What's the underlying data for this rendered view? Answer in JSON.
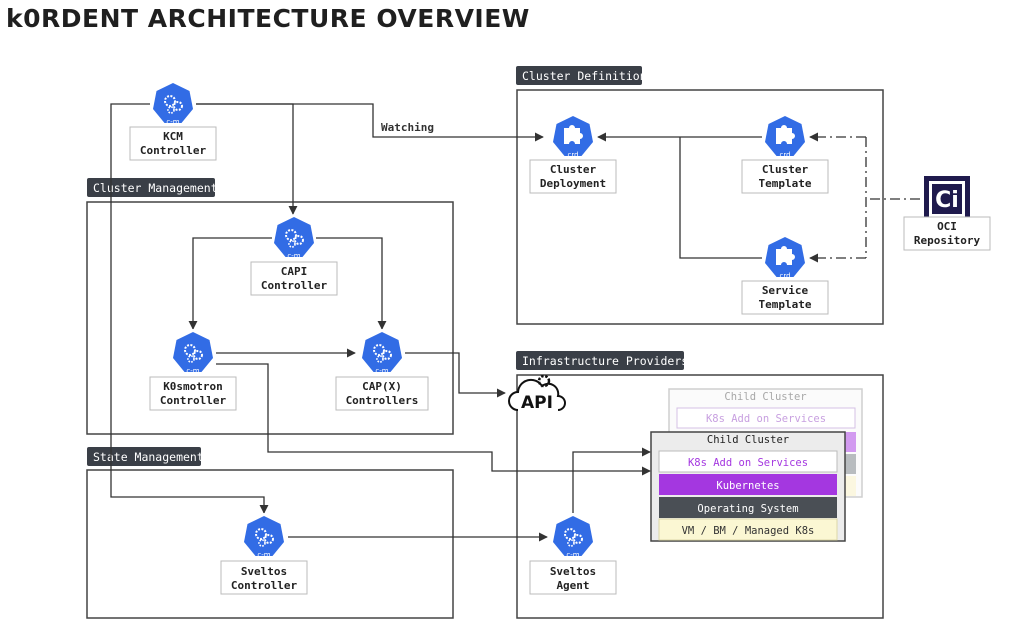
{
  "title": "k0RDENT ARCHITECTURE OVERVIEW",
  "groups": {
    "cluster_definition": "Cluster Definition",
    "cluster_management": "Cluster Management",
    "state_management": "State Management",
    "infrastructure_providers": "Infrastructure Providers"
  },
  "nodes": {
    "kcm": {
      "line1": "KCM",
      "line2": "Controller",
      "icon": "c-m"
    },
    "capi": {
      "line1": "CAPI",
      "line2": "Controller",
      "icon": "c-m"
    },
    "k0smotron": {
      "line1": "K0smotron",
      "line2": "Controller",
      "icon": "c-m"
    },
    "capx": {
      "line1": "CAP(X)",
      "line2": "Controllers",
      "icon": "c-m"
    },
    "sveltos_controller": {
      "line1": "Sveltos",
      "line2": "Controller",
      "icon": "c-m"
    },
    "sveltos_agent": {
      "line1": "Sveltos",
      "line2": "Agent",
      "icon": "c-m"
    },
    "cluster_deployment": {
      "line1": "Cluster",
      "line2": "Deployment",
      "icon": "crd"
    },
    "cluster_template": {
      "line1": "Cluster",
      "line2": "Template",
      "icon": "crd"
    },
    "service_template": {
      "line1": "Service",
      "line2": "Template",
      "icon": "crd"
    },
    "oci": {
      "line1": "OCI",
      "line2": "Repository",
      "logo": "Ci"
    }
  },
  "api_label": "API",
  "edges": {
    "watching": "Watching"
  },
  "child_cluster_back": {
    "title": "Child Cluster",
    "addons": "K8s Add on Services"
  },
  "child_cluster_front": {
    "title": "Child Cluster",
    "layers": [
      "K8s Add on Services",
      "Kubernetes",
      "Operating System",
      "VM / BM / Managed K8s"
    ]
  },
  "colors": {
    "hex_blue": "#326ce5",
    "tag_dark": "#3a3f47",
    "purple": "#a437e0",
    "os_dark": "#4a4f55",
    "vm_yellow": "#fbf7d3"
  }
}
